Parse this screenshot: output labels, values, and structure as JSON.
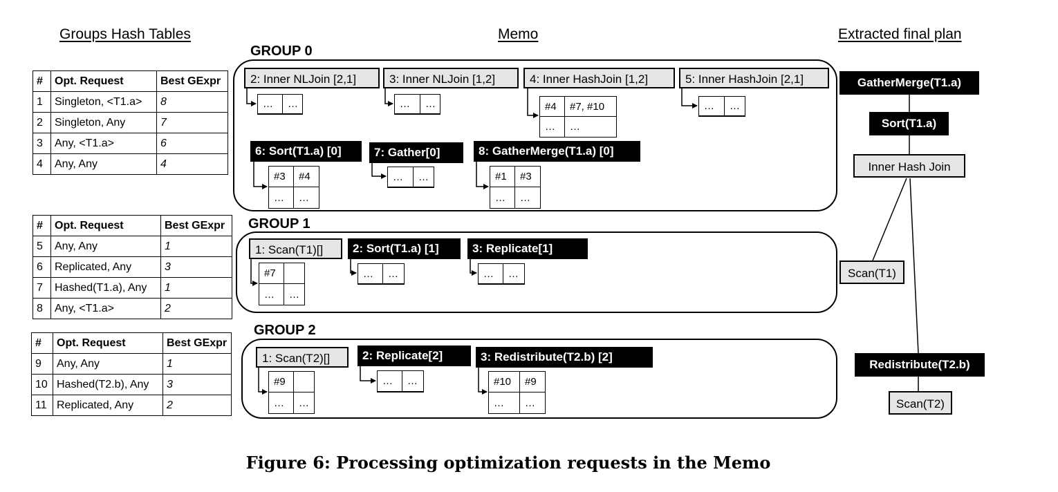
{
  "headings": {
    "hash_tables": "Groups Hash Tables",
    "memo": "Memo",
    "final_plan": "Extracted final plan"
  },
  "table_columns": [
    "#",
    "Opt. Request",
    "Best GExpr"
  ],
  "hash_tables": [
    {
      "rows": [
        [
          "1",
          "Singleton,  <T1.a>",
          "8"
        ],
        [
          "2",
          "Singleton, Any",
          "7"
        ],
        [
          "3",
          "Any,  <T1.a>",
          "6"
        ],
        [
          "4",
          "Any,  Any",
          "4"
        ]
      ]
    },
    {
      "rows": [
        [
          "5",
          "Any, Any",
          "1"
        ],
        [
          "6",
          "Replicated, Any",
          "3"
        ],
        [
          "7",
          "Hashed(T1.a), Any",
          "1"
        ],
        [
          "8",
          "Any, <T1.a>",
          "2"
        ]
      ]
    },
    {
      "rows": [
        [
          "9",
          "Any, Any",
          "1"
        ],
        [
          "10",
          "Hashed(T2.b), Any",
          "3"
        ],
        [
          "11",
          "Replicated, Any",
          "2"
        ]
      ]
    }
  ],
  "groups": [
    {
      "label": "GROUP 0",
      "gexprs": [
        {
          "label": "2: Inner NLJoin [2,1]",
          "style": "light",
          "cells": [
            "…",
            "…"
          ]
        },
        {
          "label": "3: Inner NLJoin [1,2]",
          "style": "light",
          "cells": [
            "…",
            "…"
          ]
        },
        {
          "label": "4: Inner HashJoin [1,2]",
          "style": "light",
          "cells": [
            "#4",
            "#7, #10",
            "…",
            "…"
          ]
        },
        {
          "label": "5: Inner HashJoin [2,1]",
          "style": "light",
          "cells": [
            "…",
            "…"
          ]
        },
        {
          "label": "6: Sort(T1.a) [0]",
          "style": "dark",
          "cells": [
            "#3",
            "#4",
            "…",
            "…"
          ]
        },
        {
          "label": "7: Gather[0]",
          "style": "dark",
          "cells": [
            "…",
            "…"
          ]
        },
        {
          "label": "8: GatherMerge(T1.a) [0]",
          "style": "dark",
          "cells": [
            "#1",
            "#3",
            "…",
            "…"
          ]
        }
      ]
    },
    {
      "label": "GROUP 1",
      "gexprs": [
        {
          "label": "1: Scan(T1)[]",
          "style": "light",
          "cells": [
            "#7",
            "",
            "…",
            "…"
          ]
        },
        {
          "label": "2: Sort(T1.a) [1]",
          "style": "dark",
          "cells": [
            "…",
            "…"
          ]
        },
        {
          "label": "3: Replicate[1]",
          "style": "dark",
          "cells": [
            "…",
            "…"
          ]
        }
      ]
    },
    {
      "label": "GROUP 2",
      "gexprs": [
        {
          "label": "1: Scan(T2)[]",
          "style": "light",
          "cells": [
            "#9",
            "",
            "…",
            "…"
          ]
        },
        {
          "label": "2: Replicate[2]",
          "style": "dark",
          "cells": [
            "…",
            "…"
          ]
        },
        {
          "label": "3: Redistribute(T2.b) [2]",
          "style": "dark",
          "cells": [
            "#10",
            "#9",
            "…",
            "…"
          ]
        }
      ]
    }
  ],
  "final_plan": {
    "gather_merge": "GatherMerge(T1.a)",
    "sort": "Sort(T1.a)",
    "hash_join": "Inner Hash Join",
    "scan_t1": "Scan(T1)",
    "redistribute": "Redistribute(T2.b)",
    "scan_t2": "Scan(T2)"
  },
  "caption": "Figure 6:  Processing optimization requests in the Memo"
}
